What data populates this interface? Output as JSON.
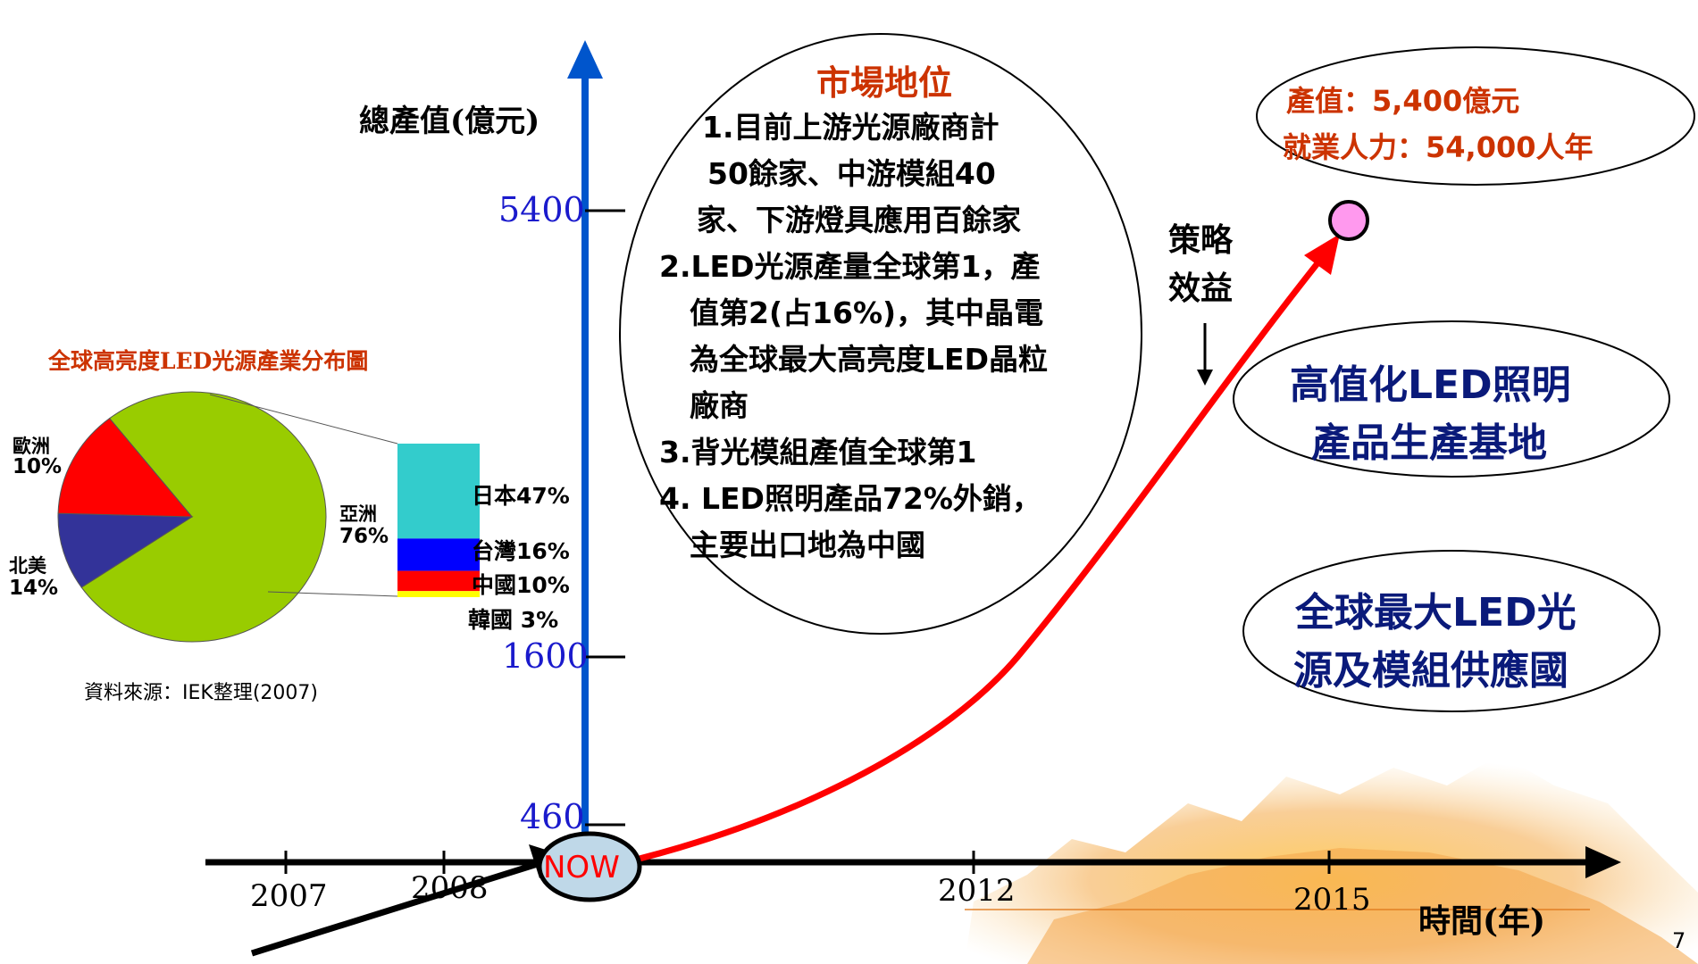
{
  "axis": {
    "y_title": "總產值(億元)",
    "y_ticks": [
      "5400",
      "1600",
      "460"
    ],
    "x_ticks": [
      "2007",
      "2008",
      "2012",
      "2015"
    ],
    "x_title": "時間(年)",
    "now_label": "NOW"
  },
  "market": {
    "title": "市場地位",
    "lines": [
      "1.目前上游光源廠商計",
      "50餘家、中游模組40",
      "家、下游燈具應用百餘家",
      "2.LED光源產量全球第1，產",
      "值第2(占16%)，其中晶電",
      "為全球最大高亮度LED晶粒",
      "廠商",
      "3.背光模組產值全球第1",
      "4. LED照明產品72%外銷，",
      "主要出口地為中國"
    ]
  },
  "target": {
    "line1": "產值：5,400億元",
    "line2": "就業人力：54,000人年"
  },
  "strategy": {
    "line1": "策略",
    "line2": "效益"
  },
  "goals": {
    "goal1_line1": "高值化LED照明",
    "goal1_line2": "產品生產基地",
    "goal2_line1": "全球最大LED光",
    "goal2_line2": "源及模組供應國"
  },
  "pie": {
    "title": "全球高亮度LED光源產業分布圖",
    "slices": [
      {
        "label": "亞洲",
        "value": 76,
        "pct": "76%",
        "color": "#99cc00"
      },
      {
        "label": "歐洲",
        "value": 10,
        "pct": "10%",
        "color": "#333399"
      },
      {
        "label": "北美",
        "value": 14,
        "pct": "14%",
        "color": "#ff0000"
      }
    ],
    "breakdown": [
      {
        "label": "日本47%",
        "value": 47,
        "color": "#33cccc"
      },
      {
        "label": "台灣16%",
        "value": 16,
        "color": "#0000ff"
      },
      {
        "label": "中國10%",
        "value": 10,
        "color": "#ff0000"
      },
      {
        "label": "韓國 3%",
        "value": 3,
        "color": "#ffff00"
      }
    ],
    "source": "資料來源：IEK整理(2007)"
  },
  "page_number": "7",
  "colors": {
    "axis_blue": "#0055cc",
    "curve_red": "#ff0000",
    "target_dot": "#ff99ee",
    "now_fill": "#bfd8e8"
  }
}
